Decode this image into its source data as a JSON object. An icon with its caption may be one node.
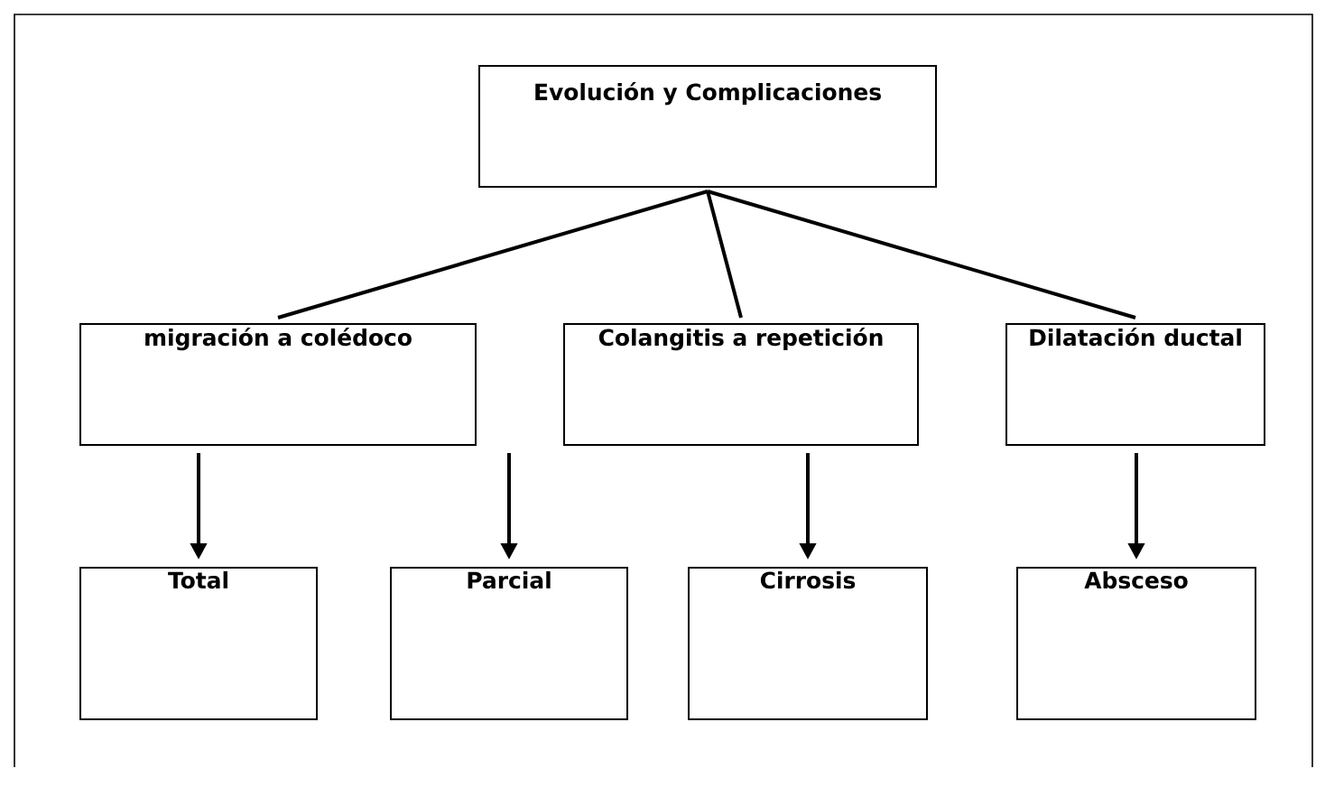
{
  "diagram": {
    "nodes": [
      {
        "text": [
          "Evolución y Complicaciones"
        ]
      },
      {
        "text": [
          "migración a colédoco"
        ]
      },
      {
        "text": [
          "Colangitis a repetición"
        ]
      },
      {
        "text": [
          "Dilatación ductal"
        ]
      },
      {
        "text": [
          "Total"
        ]
      },
      {
        "text": [
          "Parcial"
        ]
      },
      {
        "text": [
          "Cirrosis"
        ]
      },
      {
        "text": [
          "Absceso"
        ]
      }
    ],
    "edges": [
      {
        "from": 0,
        "to": 1,
        "arrow": "none"
      },
      {
        "from": 0,
        "to": 2,
        "arrow": "none"
      },
      {
        "from": 0,
        "to": 3,
        "arrow": "none"
      },
      {
        "from": 1,
        "to": 4,
        "arrow": "to"
      },
      {
        "from": 1,
        "to": 5,
        "arrow": "to"
      },
      {
        "from": 2,
        "to": 6,
        "arrow": "to"
      },
      {
        "from": 3,
        "to": 7,
        "arrow": "to"
      }
    ]
  }
}
